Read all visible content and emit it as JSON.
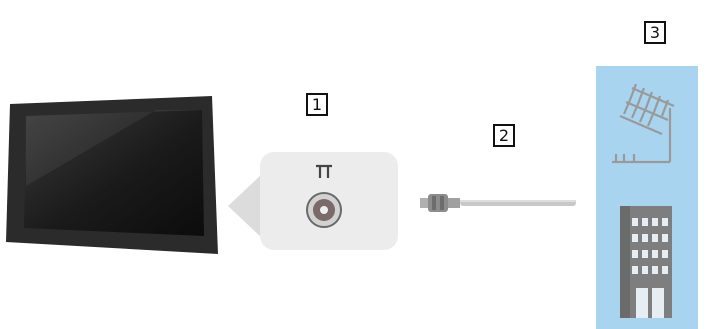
{
  "callouts": {
    "one": "1",
    "two": "2",
    "three": "3"
  },
  "icons": {
    "tv": "television-icon",
    "terminal": "antenna-terminal-icon",
    "cable": "rf-cable-icon",
    "antenna": "antenna-icon",
    "building": "building-icon"
  },
  "colors": {
    "tv_frame": "#2a2a2a",
    "tv_screen": "#1c1c1c",
    "panel_bg": "#ececec",
    "source_bg": "#a8d4f0",
    "line_gray": "#9a9a9a"
  }
}
